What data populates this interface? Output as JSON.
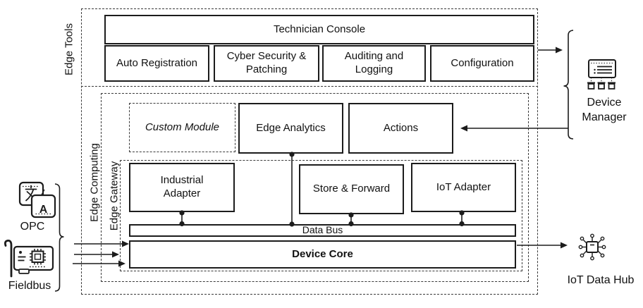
{
  "colors": {
    "line": "#1c1c1c",
    "background": "#ffffff"
  },
  "edge_tools": {
    "label": "Edge Tools",
    "console_title": "Technician Console",
    "modules": [
      "Auto Registration",
      "Cyber Security & Patching",
      "Auditing and Logging",
      "Configuration"
    ]
  },
  "edge_computing": {
    "label": "Edge Computing",
    "custom_module": "Custom Module",
    "edge_analytics": "Edge Analytics",
    "actions": "Actions"
  },
  "edge_gateway": {
    "label": "Edge Gateway",
    "industrial_adapter": "Industrial Adapter",
    "store_and_forward": "Store & Forward",
    "iot_adapter": "IoT Adapter",
    "data_bus": "Data Bus",
    "device_core": "Device Core"
  },
  "external": {
    "opc_label": "OPC",
    "fieldbus_label": "Fieldbus",
    "device_manager_label": "Device Manager",
    "iot_data_hub_label": "IoT Data Hub"
  },
  "icons": {
    "opc": "translate-icon",
    "opc_glyph_a": "A",
    "fieldbus": "network-card-icon",
    "device_manager": "device-manager-icon",
    "iot_data_hub": "iot-hub-icon"
  }
}
